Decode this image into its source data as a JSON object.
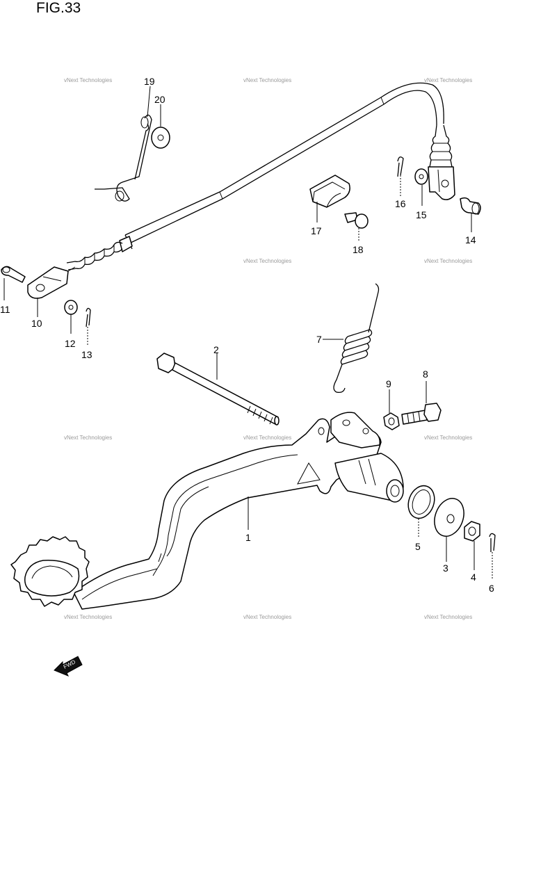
{
  "figure": {
    "title": "FIG.33"
  },
  "watermark": {
    "text": "vNext Technologies"
  },
  "fwd_badge": {
    "text": "FWD"
  },
  "callouts": {
    "c1": "1",
    "c2": "2",
    "c3": "3",
    "c4": "4",
    "c5": "5",
    "c6": "6",
    "c7": "7",
    "c8": "8",
    "c9": "9",
    "c10": "10",
    "c11": "11",
    "c12": "12",
    "c13": "13",
    "c14": "14",
    "c15": "15",
    "c16": "16",
    "c17": "17",
    "c18": "18",
    "c19": "19",
    "c20": "20"
  },
  "parts": [
    {
      "callout": "1",
      "name": "brake-pedal"
    },
    {
      "callout": "2",
      "name": "pedal-shaft-bolt"
    },
    {
      "callout": "3",
      "name": "washer"
    },
    {
      "callout": "4",
      "name": "nut"
    },
    {
      "callout": "5",
      "name": "o-ring"
    },
    {
      "callout": "6",
      "name": "cotter-pin"
    },
    {
      "callout": "7",
      "name": "return-spring"
    },
    {
      "callout": "8",
      "name": "bolt"
    },
    {
      "callout": "9",
      "name": "nut"
    },
    {
      "callout": "10",
      "name": "cable-end-joint"
    },
    {
      "callout": "11",
      "name": "pin"
    },
    {
      "callout": "12",
      "name": "washer"
    },
    {
      "callout": "13",
      "name": "cotter-pin"
    },
    {
      "callout": "14",
      "name": "pin"
    },
    {
      "callout": "15",
      "name": "washer"
    },
    {
      "callout": "16",
      "name": "cotter-pin"
    },
    {
      "callout": "17",
      "name": "cable-clamp"
    },
    {
      "callout": "18",
      "name": "bolt"
    },
    {
      "callout": "19",
      "name": "wire-clamp"
    },
    {
      "callout": "20",
      "name": "washer"
    }
  ]
}
